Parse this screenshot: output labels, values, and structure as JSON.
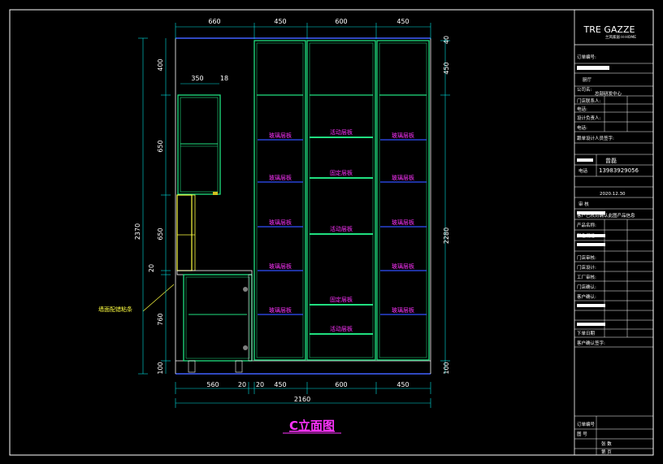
{
  "brand": {
    "logo_text": "TRE GAZZE",
    "logo_sub": "兰风家居·H-HOME"
  },
  "title": "C立面图",
  "dims_top": [
    "660",
    "450",
    "600",
    "450"
  ],
  "dims_bottom": [
    "560",
    "20",
    "20",
    "450",
    "600",
    "450"
  ],
  "dim_total_width": "2160",
  "dims_cabinet": [
    "350",
    "18"
  ],
  "dims_left": [
    "400",
    "650",
    "650",
    "20",
    "760",
    "100"
  ],
  "dim_total_height": "2370",
  "dims_right": [
    "40",
    "450",
    "2280",
    "100"
  ],
  "side_label": "墙面配错粘条",
  "shelf_labels": {
    "glass": "玻璃层板",
    "movable": "活动层板",
    "fixed": "固定层板"
  },
  "title_block": {
    "order_no": "订单编号:",
    "room": "厨厅",
    "company_a": "公司名:",
    "company_b": "总部研发中心",
    "store_contact": "门店联系人:",
    "phone": "电话:",
    "design_contact": "设计负责人:",
    "phone2": "电话:",
    "order_person": "跟单设计人员签字:",
    "designer_name": "曾磊",
    "phone_label": "电话",
    "phone_value": "13983929056",
    "date": "2020.12.30",
    "review": "审 核",
    "confirm": "客户已核对确认此图产品信息",
    "product_name": "产品名称:",
    "color": "颜色规格:",
    "store_review": "门店审核:",
    "store_design": "门店设计:",
    "factory_review": "工厂审核:",
    "store_confirm": "门店确认:",
    "client_confirm": "客户确认:",
    "order_date": "下单日期",
    "client_sign": "客户确认签字:",
    "order_code": "订单编号",
    "drawing": "图 号",
    "sheet": "张 数",
    "page": "第 页"
  }
}
